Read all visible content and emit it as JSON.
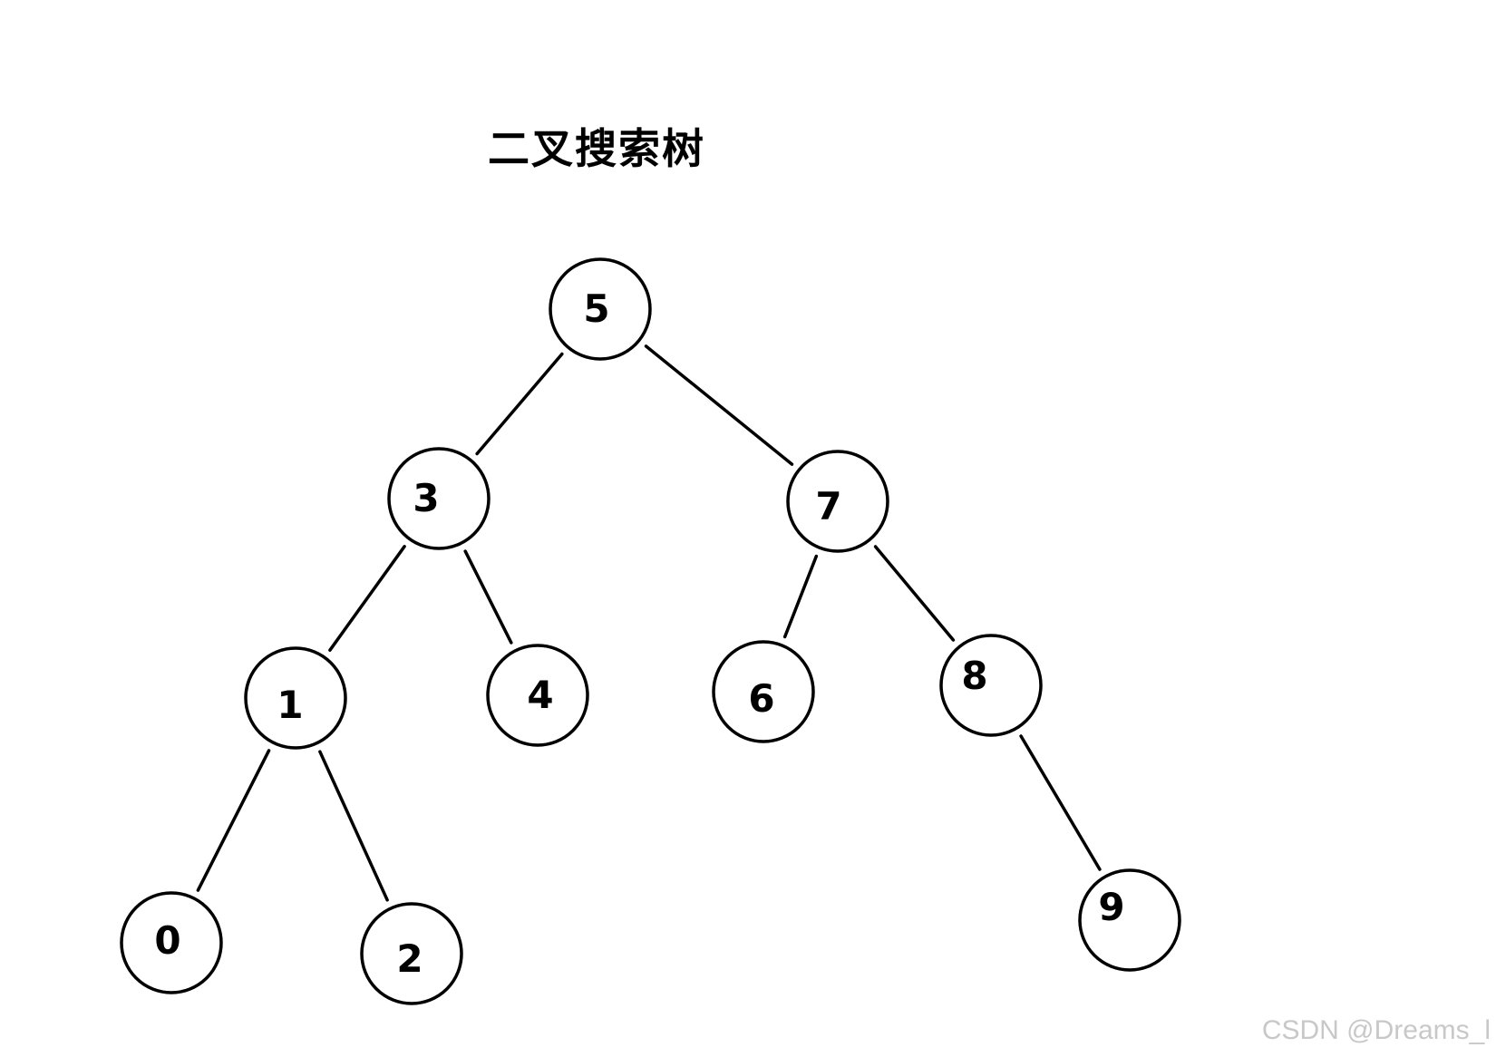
{
  "title": "二叉搜索树",
  "watermark": "CSDN @Dreams_l",
  "colors": {
    "stroke": "#000000",
    "background": "#ffffff",
    "watermark": "#c8c8c8"
  },
  "tree": {
    "nodes": [
      {
        "id": "n5",
        "label": "5"
      },
      {
        "id": "n3",
        "label": "3"
      },
      {
        "id": "n7",
        "label": "7"
      },
      {
        "id": "n1",
        "label": "1"
      },
      {
        "id": "n4",
        "label": "4"
      },
      {
        "id": "n6",
        "label": "6"
      },
      {
        "id": "n8",
        "label": "8"
      },
      {
        "id": "n0",
        "label": "0"
      },
      {
        "id": "n2",
        "label": "2"
      },
      {
        "id": "n9",
        "label": "9"
      }
    ],
    "edges": [
      {
        "from": "n5",
        "to": "n3"
      },
      {
        "from": "n5",
        "to": "n7"
      },
      {
        "from": "n3",
        "to": "n1"
      },
      {
        "from": "n3",
        "to": "n4"
      },
      {
        "from": "n7",
        "to": "n6"
      },
      {
        "from": "n7",
        "to": "n8"
      },
      {
        "from": "n1",
        "to": "n0"
      },
      {
        "from": "n1",
        "to": "n2"
      },
      {
        "from": "n8",
        "to": "n9"
      }
    ]
  }
}
